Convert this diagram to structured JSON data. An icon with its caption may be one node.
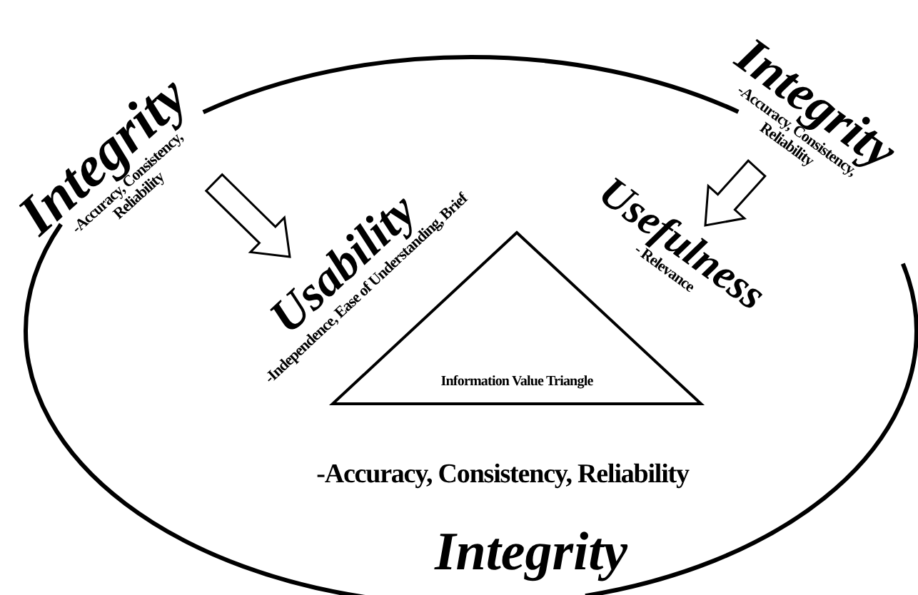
{
  "diagram": {
    "nodes": [
      {
        "text": [
          "Integrity",
          "-Accuracy, Consistency, Reliability"
        ]
      },
      {
        "text": [
          "Usability",
          "-Independence, Ease of Understanding, Brief"
        ]
      },
      {
        "text": [
          "Integrity",
          "-Accuracy, Consistency, Reliability"
        ]
      },
      {
        "text": [
          "Usefulness",
          "- Relevance"
        ]
      },
      {
        "text": [
          "Information Value Triangle"
        ]
      }
    ],
    "edges": [
      {
        "from": 0,
        "to": 1,
        "arrow": "to"
      },
      {
        "from": 2,
        "to": 3,
        "arrow": "to"
      }
    ],
    "labels": [
      "-Accuracy, Consistency, Reliability",
      "Integrity"
    ]
  }
}
